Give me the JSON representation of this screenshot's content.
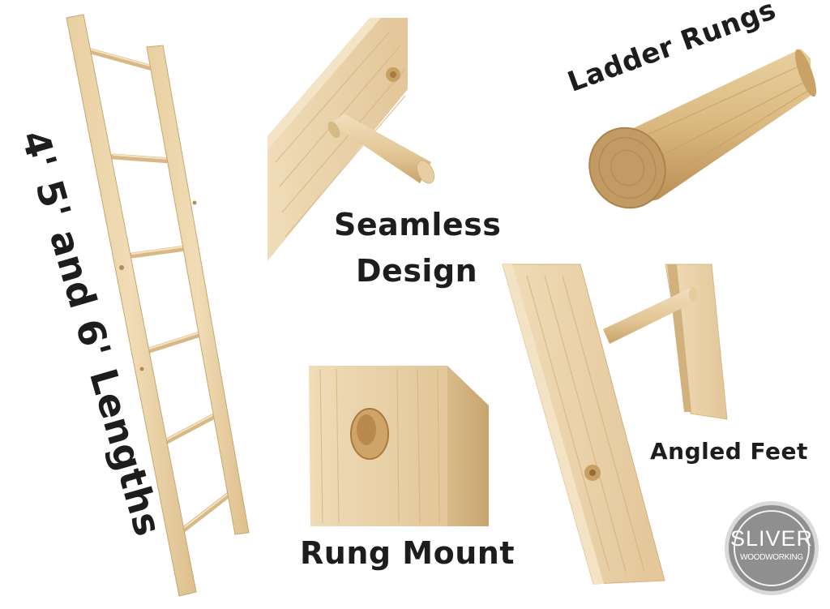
{
  "labels": {
    "lengths": "4' 5' and 6' Lengths",
    "seamless_line1": "Seamless",
    "seamless_line2": "Design",
    "ladder_rungs": "Ladder Rungs",
    "rung_mount": "Rung Mount",
    "angled_feet": "Angled Feet"
  },
  "logo": {
    "line1": "SLIVER",
    "line2": "WOODWORKING"
  },
  "colors": {
    "background": "#ffffff",
    "label_text": "#1d1d1d",
    "wood_light": "#ecd7b0",
    "wood_mid": "#dcc08e",
    "wood_dark": "#c9a46c",
    "logo_gray": "#8f8f8f"
  }
}
